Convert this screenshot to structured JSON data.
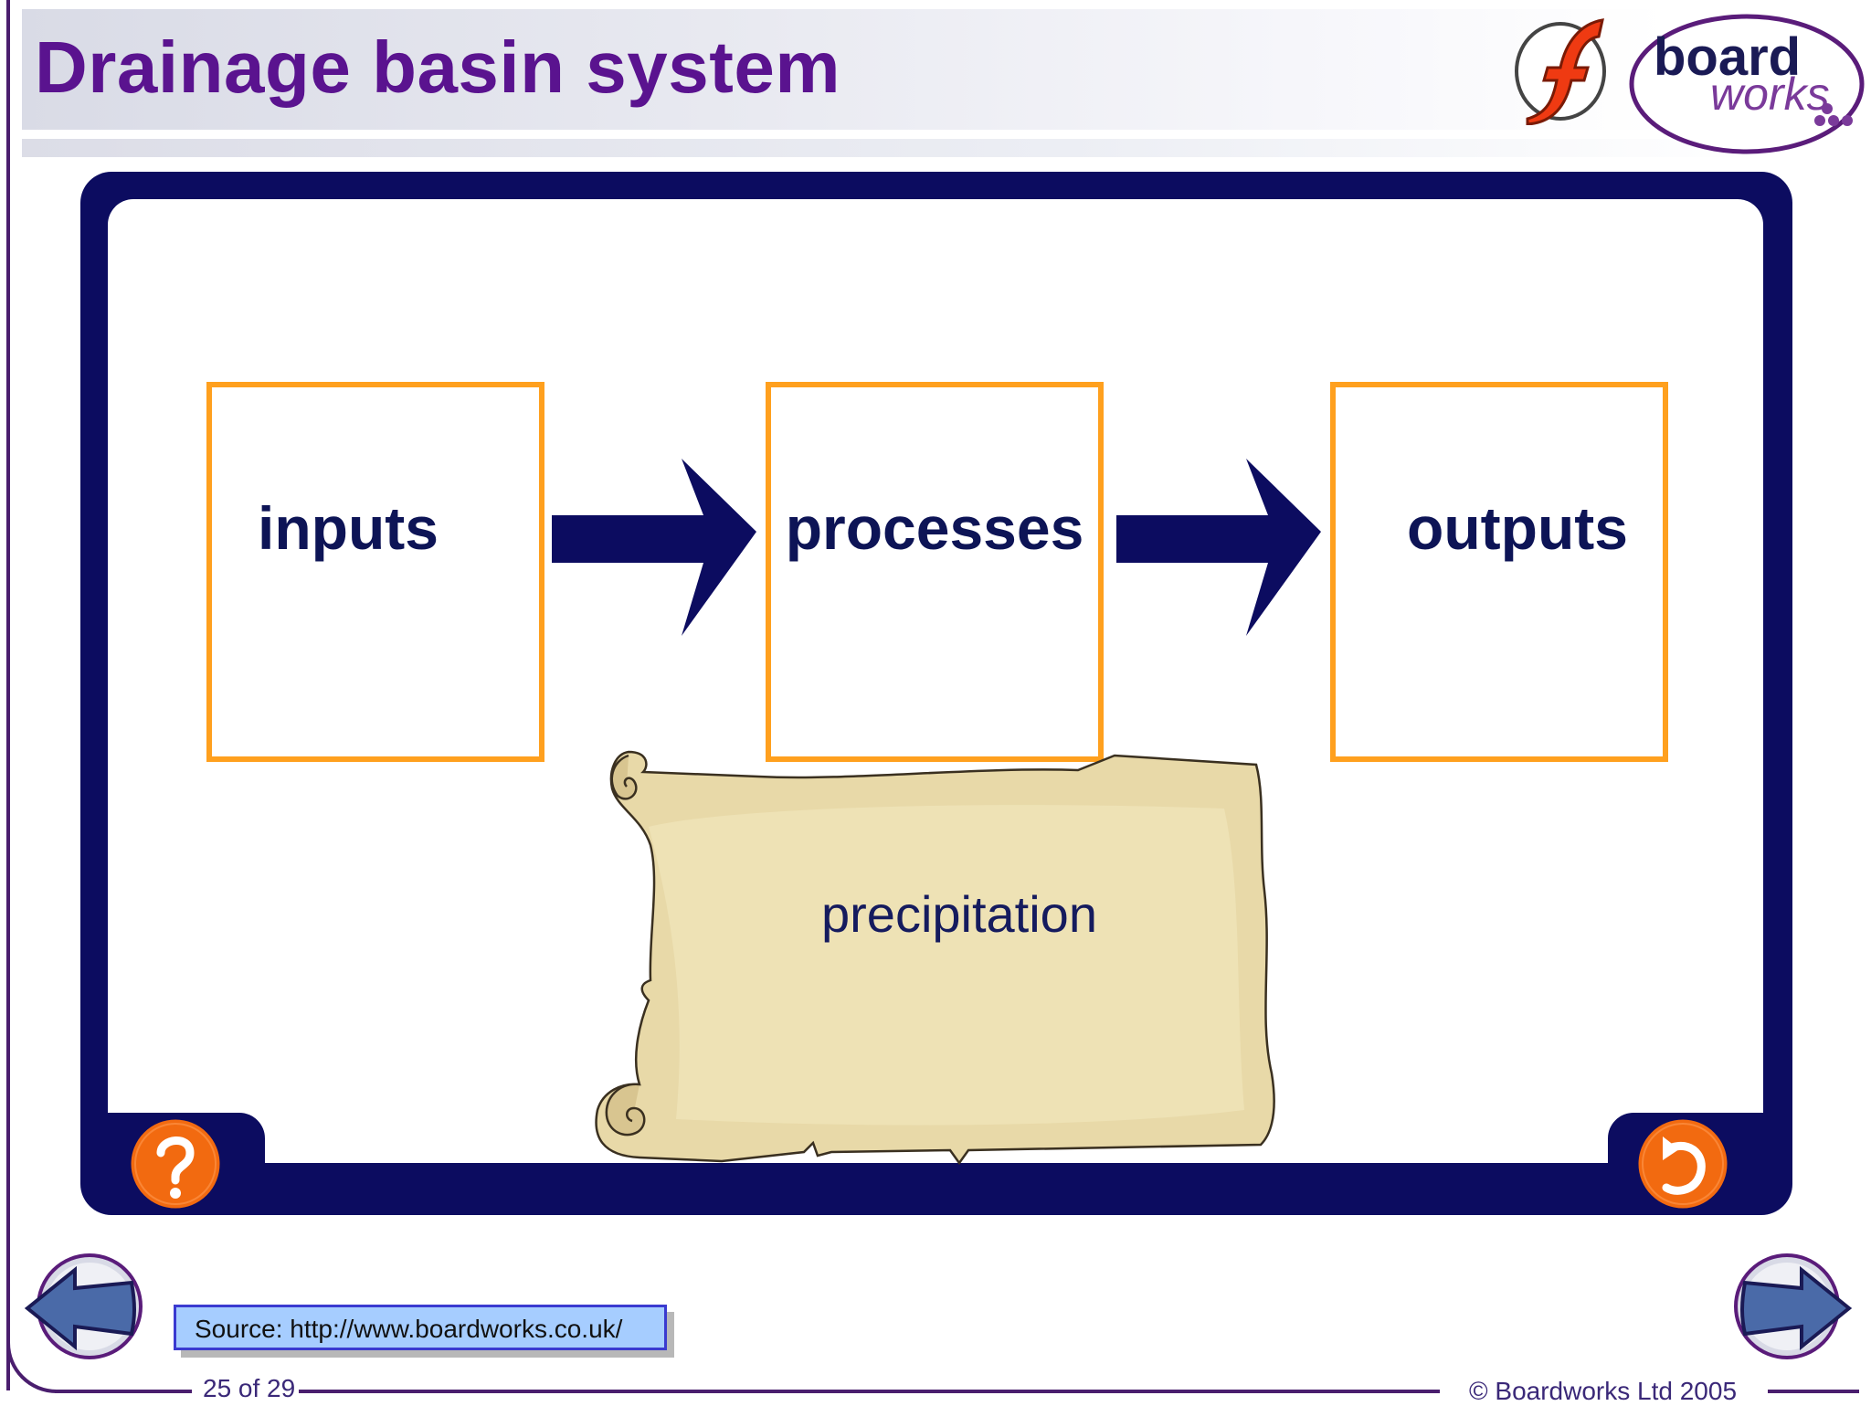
{
  "slide": {
    "title": "Drainage basin system",
    "page_indicator": "25 of 29",
    "copyright": "© Boardworks Ltd 2005",
    "source": "Source: http://www.boardworks.co.uk/"
  },
  "logos": {
    "flash": "flash-f-icon",
    "boardworks_line1": "board",
    "boardworks_line2": "works"
  },
  "diagram": {
    "boxes": [
      {
        "label": "inputs"
      },
      {
        "label": "processes"
      },
      {
        "label": "outputs"
      }
    ],
    "scroll_label": "precipitation"
  },
  "controls": {
    "help_icon": "question-icon",
    "reset_icon": "undo-arrow-icon",
    "prev_icon": "left-arrow-icon",
    "next_icon": "right-arrow-icon"
  },
  "colors": {
    "title": "#5a138f",
    "frame": "#0c0c60",
    "box_border": "#ffa01e",
    "button_orange": "#f26a10",
    "parchment": "#e8d9a8",
    "source_bg": "#a6cdff"
  }
}
